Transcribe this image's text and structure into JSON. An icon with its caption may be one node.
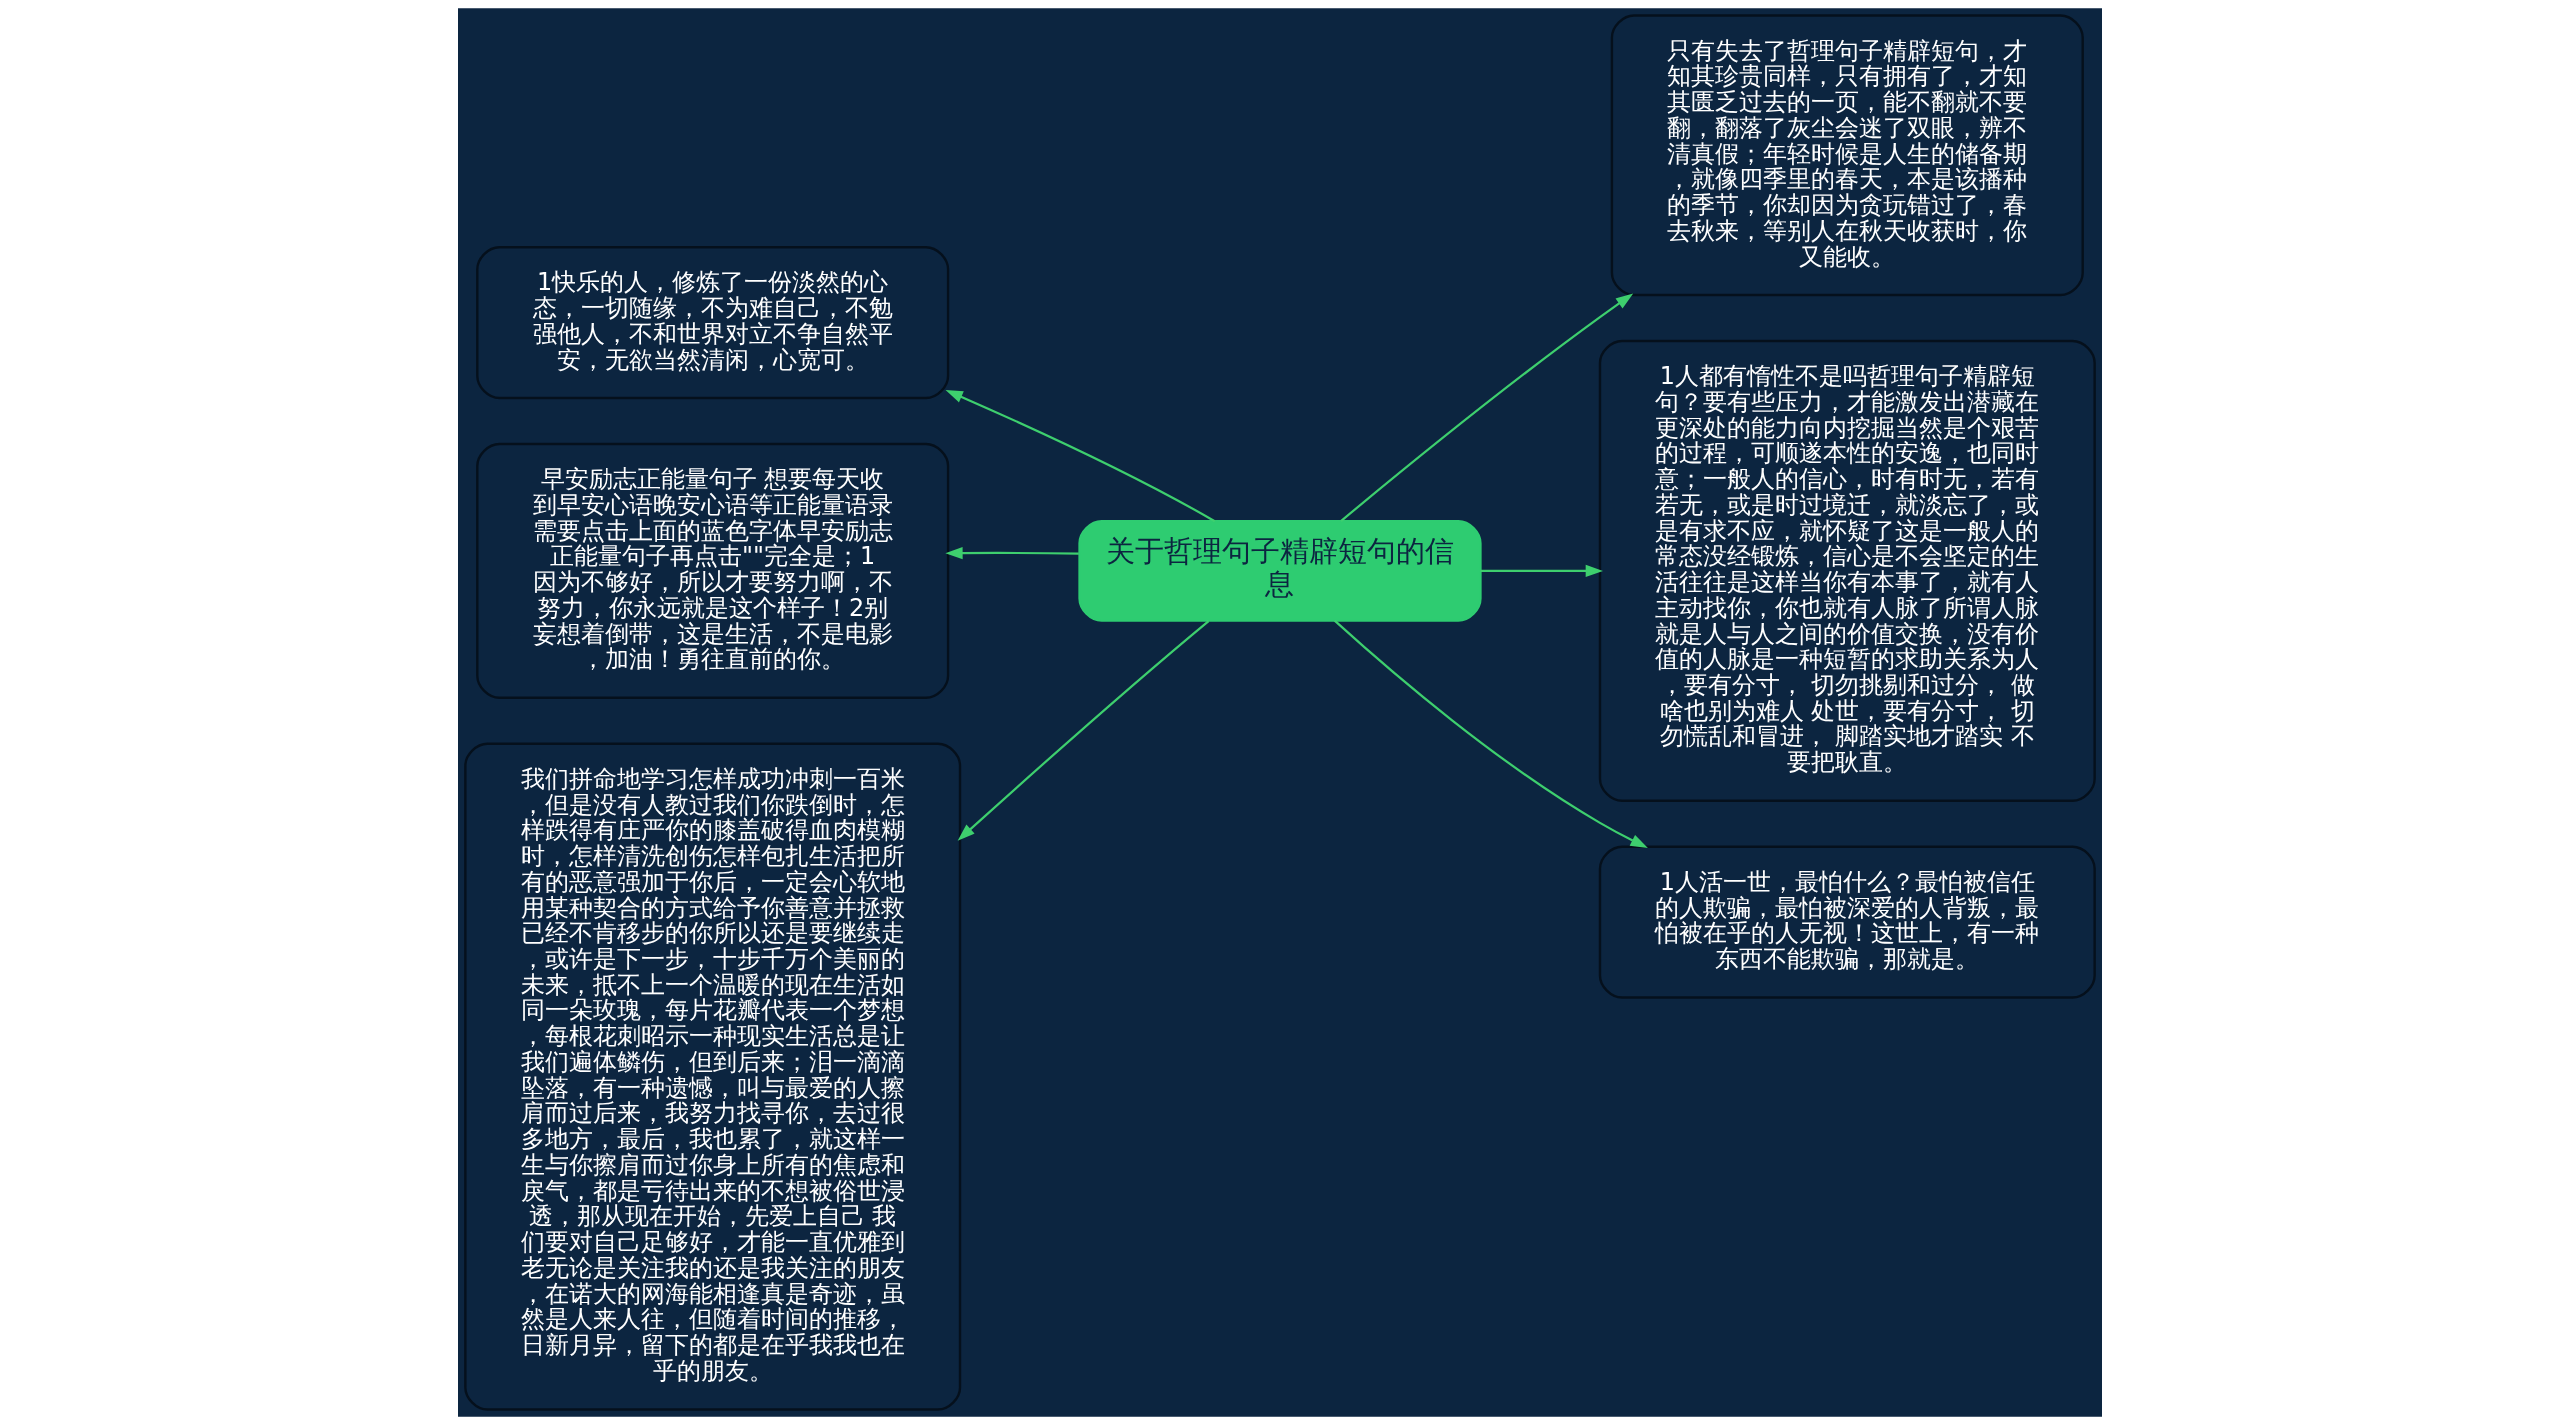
{
  "diagram": {
    "nodes": [
      {
        "text": [
          "关于哲理句子精辟短句的信息"
        ]
      },
      {
        "text": [
          "1快乐的人，修炼了一份淡然的心态，一切随缘，不为难自己，不勉强他人，不和世界对立不争自然平安，无欲当然清闲，心宽可。"
        ]
      },
      {
        "text": [
          "早安励志正能量句子 想要每天收到早安心语晚安心语等正能量语录需要点击上面的蓝色字体早安励志正能量句子再点击\"\"完全是；1因为不够好，所以才要努力啊，不努力，你永远就是这个样子！2别妄想着倒带，这是生活，不是电影，加油！勇往直前的你。"
        ]
      },
      {
        "text": [
          "我们拼命地学习怎样成功冲刺一百米，但是没有人教过我们你跌倒时，怎样跌得有庄严你的膝盖破得血肉模糊时，怎样清洗创伤怎样包扎生活把所有的恶意强加于你后，一定会心软地用某种契合的方式给予你善意并拯救已经不肯移步的你所以还是要继续走，或许是下一步，十步千万个美丽的未来，抵不上一个温暖的现在生活如同一朵玫瑰，每片花瓣代表一个梦想，每根花刺昭示一种现实生活总是让我们遍体鳞伤，但到后来；泪一滴滴坠落，有一种遗憾，叫与最爱的人擦肩而过后来，我努力找寻你，去过很多地方，最后，我也累了，就这样一生与你擦肩而过你身上所有的焦虑和戾气，都是亏待出来的不想被俗世浸透，那从现在开始，先爱上自己 我们要对自己足够好，才能一直优雅到老无论是关注我的还是我关注的朋友，在诺大的网海能相逢真是奇迹，虽然是人来人往，但随着时间的推移，日新月异，留下的都是在乎我我也在乎的朋友。"
        ]
      },
      {
        "text": [
          "只有失去了哲理句子精辟短句，才知其珍贵同样，只有拥有了，才知其匮乏过去的一页，能不翻就不要翻，翻落了灰尘会迷了双眼，辨不清真假；年轻时候是人生的储备期，就像四季里的春天，本是该播种的季节，你却因为贪玩错过了，春去秋来，等别人在秋天收获时，你又能收。"
        ]
      },
      {
        "text": [
          "1人都有惰性不是吗哲理句子精辟短句？要有些压力，才能激发出潜藏在更深处的能力向内挖掘当然是个艰苦的过程，可顺遂本性的安逸，也同时意；一般人的信心，时有时无，若有若无，或是时过境迁，就淡忘了，或是有求不应，就怀疑了这是一般人的常态没经锻炼，信心是不会坚定的生活往往是这样当你有本事了，就有人主动找你，你也就有人脉了所谓人脉就是人与人之间的价值交换，没有价值的人脉是一种短暂的求助关系为人，要有分寸， 切勿挑剔和过分， 做啥也别为难人 处世，要有分寸， 切勿慌乱和冒进， 脚踏实地才踏实 不要把耿直。"
        ]
      },
      {
        "text": [
          "1人活一世，最怕什么？最怕被信任的人欺骗，最怕被深爱的人背叛，最怕被在乎的人无视！这世上，有一种东西不能欺骗，那就是。"
        ]
      }
    ],
    "edges": [
      {
        "from": 0,
        "to": 1,
        "arrow": "to"
      },
      {
        "from": 0,
        "to": 2,
        "arrow": "to"
      },
      {
        "from": 0,
        "to": 3,
        "arrow": "to"
      },
      {
        "from": 0,
        "to": 4,
        "arrow": "to"
      },
      {
        "from": 0,
        "to": 5,
        "arrow": "to"
      },
      {
        "from": 0,
        "to": 6,
        "arrow": "to"
      }
    ]
  }
}
